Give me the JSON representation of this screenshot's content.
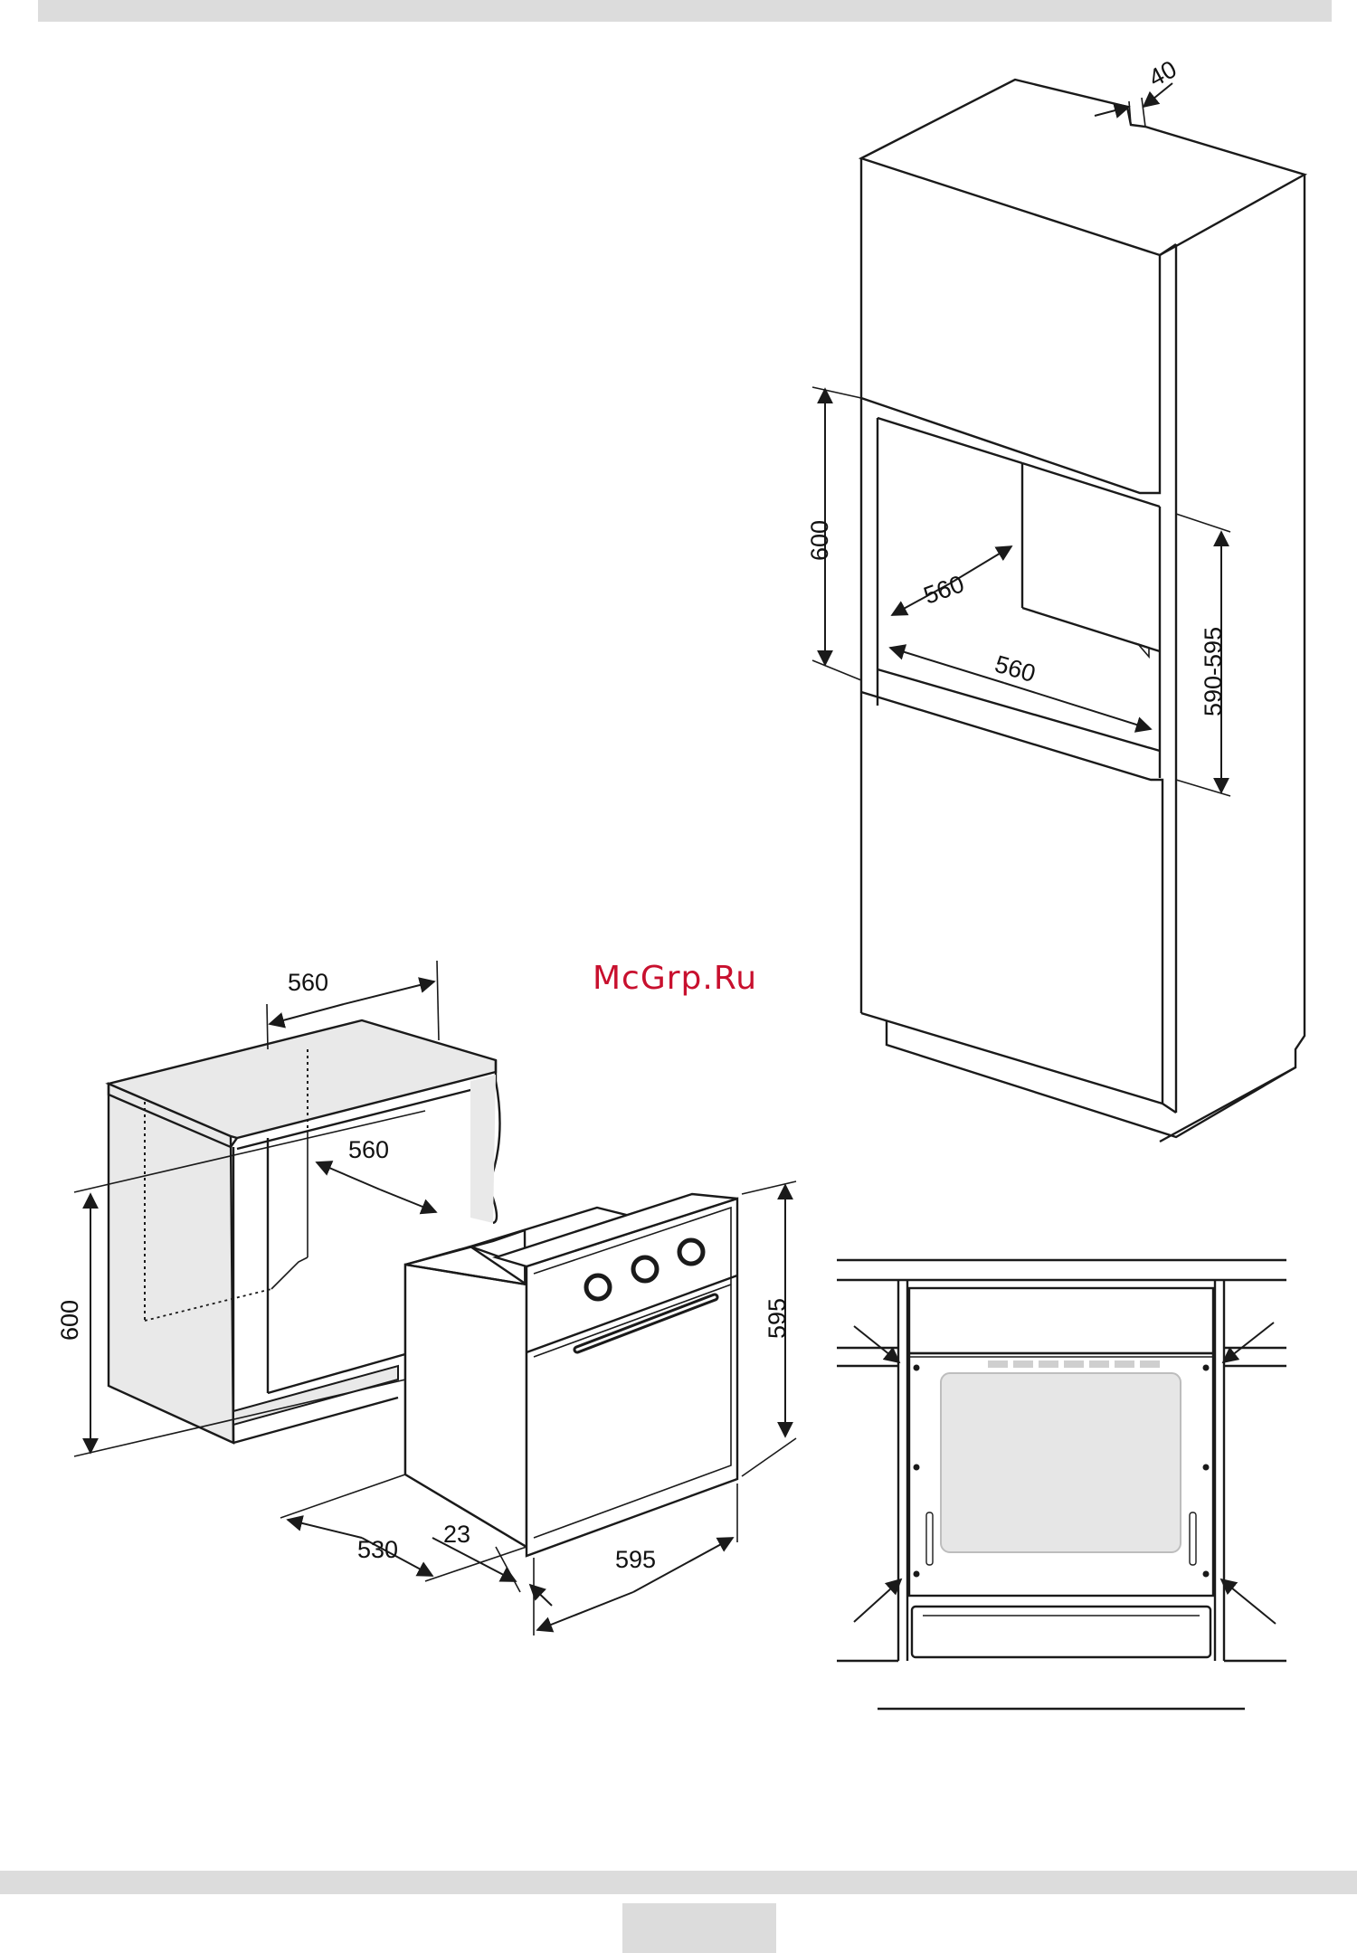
{
  "watermark": "McGrp.Ru",
  "colors": {
    "watermark": "#c8102e",
    "bar": "#dcdcdc",
    "line": "#1a1a1a",
    "cabinet_fill": "#e9e9e9",
    "glass": "#e6e6e6"
  },
  "tall_cabinet": {
    "depth_top": "40",
    "opening_height": "600",
    "opening_depth": "560",
    "opening_width": "560",
    "clearance": "590-595"
  },
  "base_cabinet": {
    "width": "560",
    "depth": "560",
    "height": "600"
  },
  "oven": {
    "height": "595",
    "depth": "530",
    "panel_offset": "23",
    "width": "595"
  }
}
